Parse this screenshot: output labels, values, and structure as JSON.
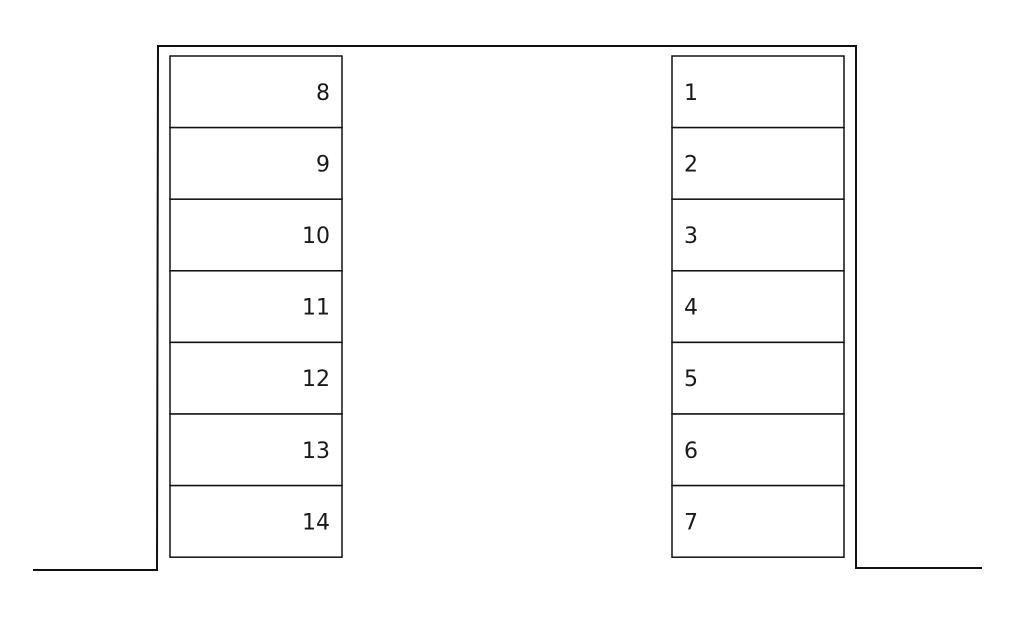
{
  "colors": {
    "line": "#111111",
    "background": "#ffffff"
  },
  "left_column": {
    "cells": [
      {
        "label": "8"
      },
      {
        "label": "9"
      },
      {
        "label": "10"
      },
      {
        "label": "11"
      },
      {
        "label": "12"
      },
      {
        "label": "13"
      },
      {
        "label": "14"
      }
    ]
  },
  "right_column": {
    "cells": [
      {
        "label": "1"
      },
      {
        "label": "2"
      },
      {
        "label": "3"
      },
      {
        "label": "4"
      },
      {
        "label": "5"
      },
      {
        "label": "6"
      },
      {
        "label": "7"
      }
    ]
  }
}
